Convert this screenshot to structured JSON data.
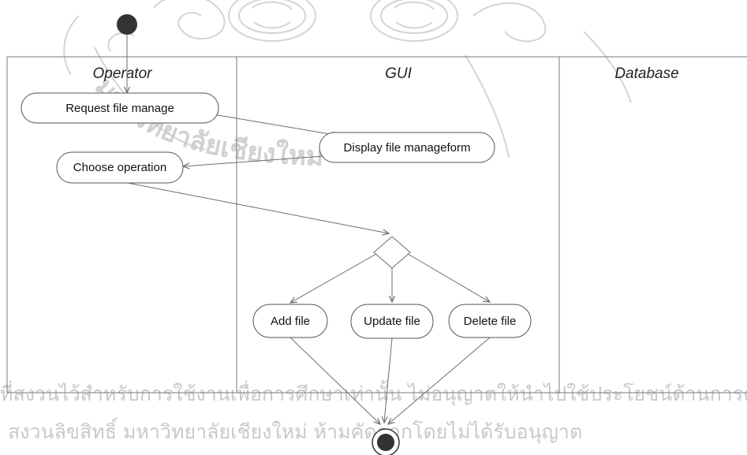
{
  "diagram": {
    "lanes": [
      {
        "id": "operator",
        "label": "Operator"
      },
      {
        "id": "gui",
        "label": "GUI"
      },
      {
        "id": "database",
        "label": "Database"
      }
    ],
    "activities": [
      {
        "id": "request",
        "label": "Request file manage"
      },
      {
        "id": "display",
        "label": "Display file manageform"
      },
      {
        "id": "choose",
        "label": "Choose operation"
      },
      {
        "id": "add",
        "label": "Add file"
      },
      {
        "id": "update",
        "label": "Update file"
      },
      {
        "id": "delete",
        "label": "Delete file"
      }
    ]
  },
  "watermark": {
    "line1": "ที่สงวนไว้สำหรับการใช้งานเพื่อการศึกษาเท่านั้น ไม่อนุญาตให้นำไปใช้ประโยชน์ด้านการค้า",
    "line2": "สงวนลิขสิทธิ์ มหาวิทยาลัยเชียงใหม่ ห้ามคัดลอกโดยไม่ได้รับอนุญาต",
    "arc": "มหาวิทยาลัยเชียงใหม่"
  },
  "colors": {
    "line": "#7a7a7a",
    "node_fill": "#ffffff",
    "dot": "#333333",
    "watermark": "#cfcfcf"
  }
}
